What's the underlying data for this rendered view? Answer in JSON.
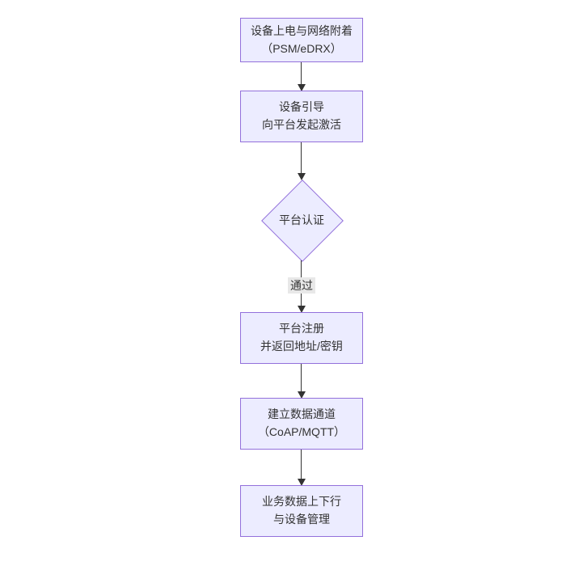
{
  "diagram": {
    "type": "flowchart",
    "direction": "top-down",
    "nodes": [
      {
        "id": "power-attach",
        "shape": "rect",
        "label": "设备上电与网络附着\n（PSM/eDRX）"
      },
      {
        "id": "bootstrap",
        "shape": "rect",
        "label": "设备引导\n向平台发起激活"
      },
      {
        "id": "auth-decision",
        "shape": "diamond",
        "label": "平台认证"
      },
      {
        "id": "register",
        "shape": "rect",
        "label": "平台注册\n并返回地址/密钥"
      },
      {
        "id": "data-channel",
        "shape": "rect",
        "label": "建立数据通道\n（CoAP/MQTT）"
      },
      {
        "id": "business",
        "shape": "rect",
        "label": "业务数据上下行\n与设备管理"
      }
    ],
    "edges": [
      {
        "from": "power-attach",
        "to": "bootstrap",
        "label": ""
      },
      {
        "from": "bootstrap",
        "to": "auth-decision",
        "label": ""
      },
      {
        "from": "auth-decision",
        "to": "register",
        "label": "通过"
      },
      {
        "from": "register",
        "to": "data-channel",
        "label": ""
      },
      {
        "from": "data-channel",
        "to": "business",
        "label": ""
      }
    ],
    "colors": {
      "node_fill": "#ECECFF",
      "node_border": "#9370DB",
      "edge_stroke": "#333333",
      "edge_label_bg": "#e8e8e8",
      "text": "#333333",
      "background": "#ffffff"
    }
  }
}
